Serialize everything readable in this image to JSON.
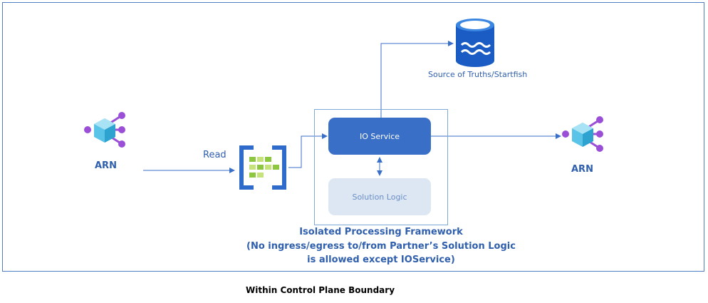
{
  "diagram": {
    "io_service": "IO Service",
    "solution_logic": "Solution Logic",
    "source_label": "Source of Truths/Startfish",
    "arn_left": "ARN",
    "arn_right": "ARN",
    "read_label": "Read",
    "framework_title": "Isolated Processing Framework",
    "framework_line2": "(No ingress/egress to/from Partner’s Solution Logic",
    "framework_line3": "is allowed except IOService)",
    "boundary_label": "Within Control Plane Boundary"
  },
  "colors": {
    "accent": "#3a6fc7",
    "line": "#3a6fc7",
    "queue_blue": "#2f6bcb",
    "queue_green": "#8dc63f",
    "arn_cube": "#59c3e8",
    "arn_node": "#9a4fd6"
  },
  "icons": [
    "arn-icon",
    "queue-icon",
    "database-icon"
  ]
}
